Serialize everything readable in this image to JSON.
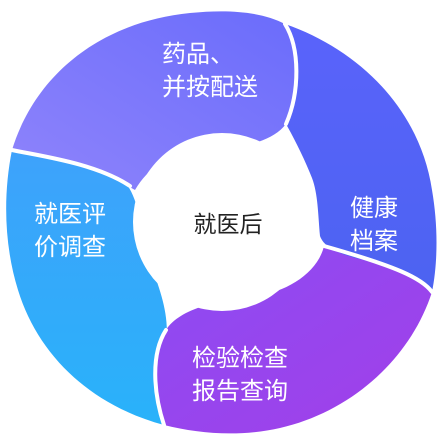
{
  "center": {
    "label": "就医后"
  },
  "segments": [
    {
      "id": "medication",
      "lines": [
        "药品、",
        "并按配送"
      ]
    },
    {
      "id": "health-records",
      "lines": [
        "健康",
        "档案"
      ]
    },
    {
      "id": "exam-reports",
      "lines": [
        "检验检查",
        "报告查询"
      ]
    },
    {
      "id": "survey",
      "lines": [
        "就医评",
        "价调查"
      ]
    }
  ],
  "colors": {
    "medication": "#7473fb",
    "health_records": "#4f62f5",
    "exam_reports": "#9442f0",
    "survey": "#35a8fb",
    "center_fill": "#ffffff",
    "center_text": "#222222",
    "label_text": "#ffffff"
  }
}
